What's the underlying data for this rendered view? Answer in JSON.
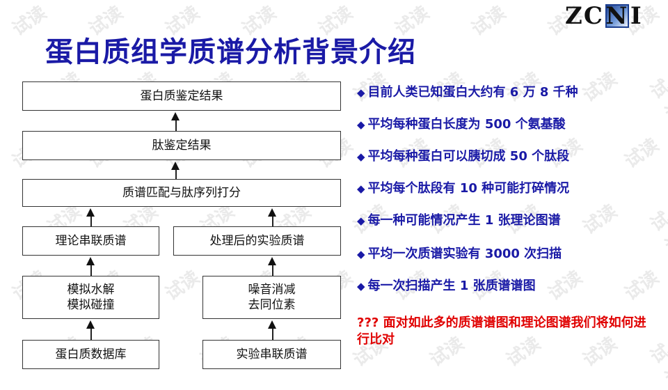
{
  "watermark_text": "试读",
  "logo": {
    "prefix": "ZC",
    "boxed": "N",
    "suffix": "I"
  },
  "title": "蛋白质组学质谱分析背景介绍",
  "flow": {
    "protein_result": "蛋白质鉴定结果",
    "peptide_result": "肽鉴定结果",
    "scoring": "质谱匹配与肽序列打分",
    "theory_ms": "理论串联质谱",
    "processed_ms": "处理后的实验质谱",
    "simulate_line1": "模拟水解",
    "simulate_line2": "模拟碰撞",
    "denoise_line1": "噪音消减",
    "denoise_line2": "去同位素",
    "protein_db": "蛋白质数据库",
    "exp_ms": "实验串联质谱"
  },
  "bullets": [
    "目前人类已知蛋白大约有 6 万 8 千种",
    "平均每种蛋白长度为 500 个氨基酸",
    "平均每种蛋白可以胰切成 50 个肽段",
    "平均每个肽段有 10 种可能打碎情况",
    "每一种可能情况产生 1 张理论图谱",
    "平均一次质谱实验有 3000 次扫描",
    "每一次扫描产生 1 张质谱谱图"
  ],
  "question": "??? 面对如此多的质谱谱图和理论图谱我们将如何进行比对"
}
